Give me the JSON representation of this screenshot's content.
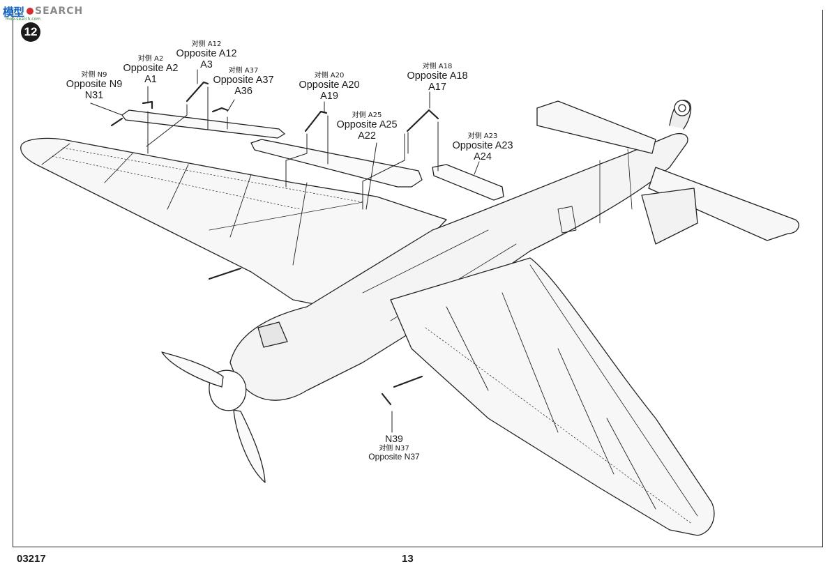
{
  "watermark": {
    "cn": "模型",
    "en": "SEARCH",
    "url": "moe-search.com"
  },
  "step_number": "12",
  "callouts": [
    {
      "id": "n9",
      "cn": "对侧 N9",
      "en": "Opposite N9",
      "part": "N31"
    },
    {
      "id": "a2",
      "cn": "对侧 A2",
      "en": "Opposite A2",
      "part": "A1"
    },
    {
      "id": "a12",
      "cn": "对侧 A12",
      "en": "Opposite A12",
      "part": "A3"
    },
    {
      "id": "a37",
      "cn": "对侧 A37",
      "en": "Opposite A37",
      "part": "A36"
    },
    {
      "id": "a20",
      "cn": "对侧 A20",
      "en": "Opposite A20",
      "part": "A19"
    },
    {
      "id": "a25",
      "cn": "对侧 A25",
      "en": "Opposite A25",
      "part": "A22"
    },
    {
      "id": "a18",
      "cn": "对侧 A18",
      "en": "Opposite A18",
      "part": "A17"
    },
    {
      "id": "a23",
      "cn": "对侧 A23",
      "en": "Opposite A23",
      "part": "A24"
    },
    {
      "id": "n37",
      "part": "N39",
      "cn": "对侧 N37",
      "en": "Opposite N37"
    }
  ],
  "footer": {
    "code": "03217",
    "page": "13"
  }
}
